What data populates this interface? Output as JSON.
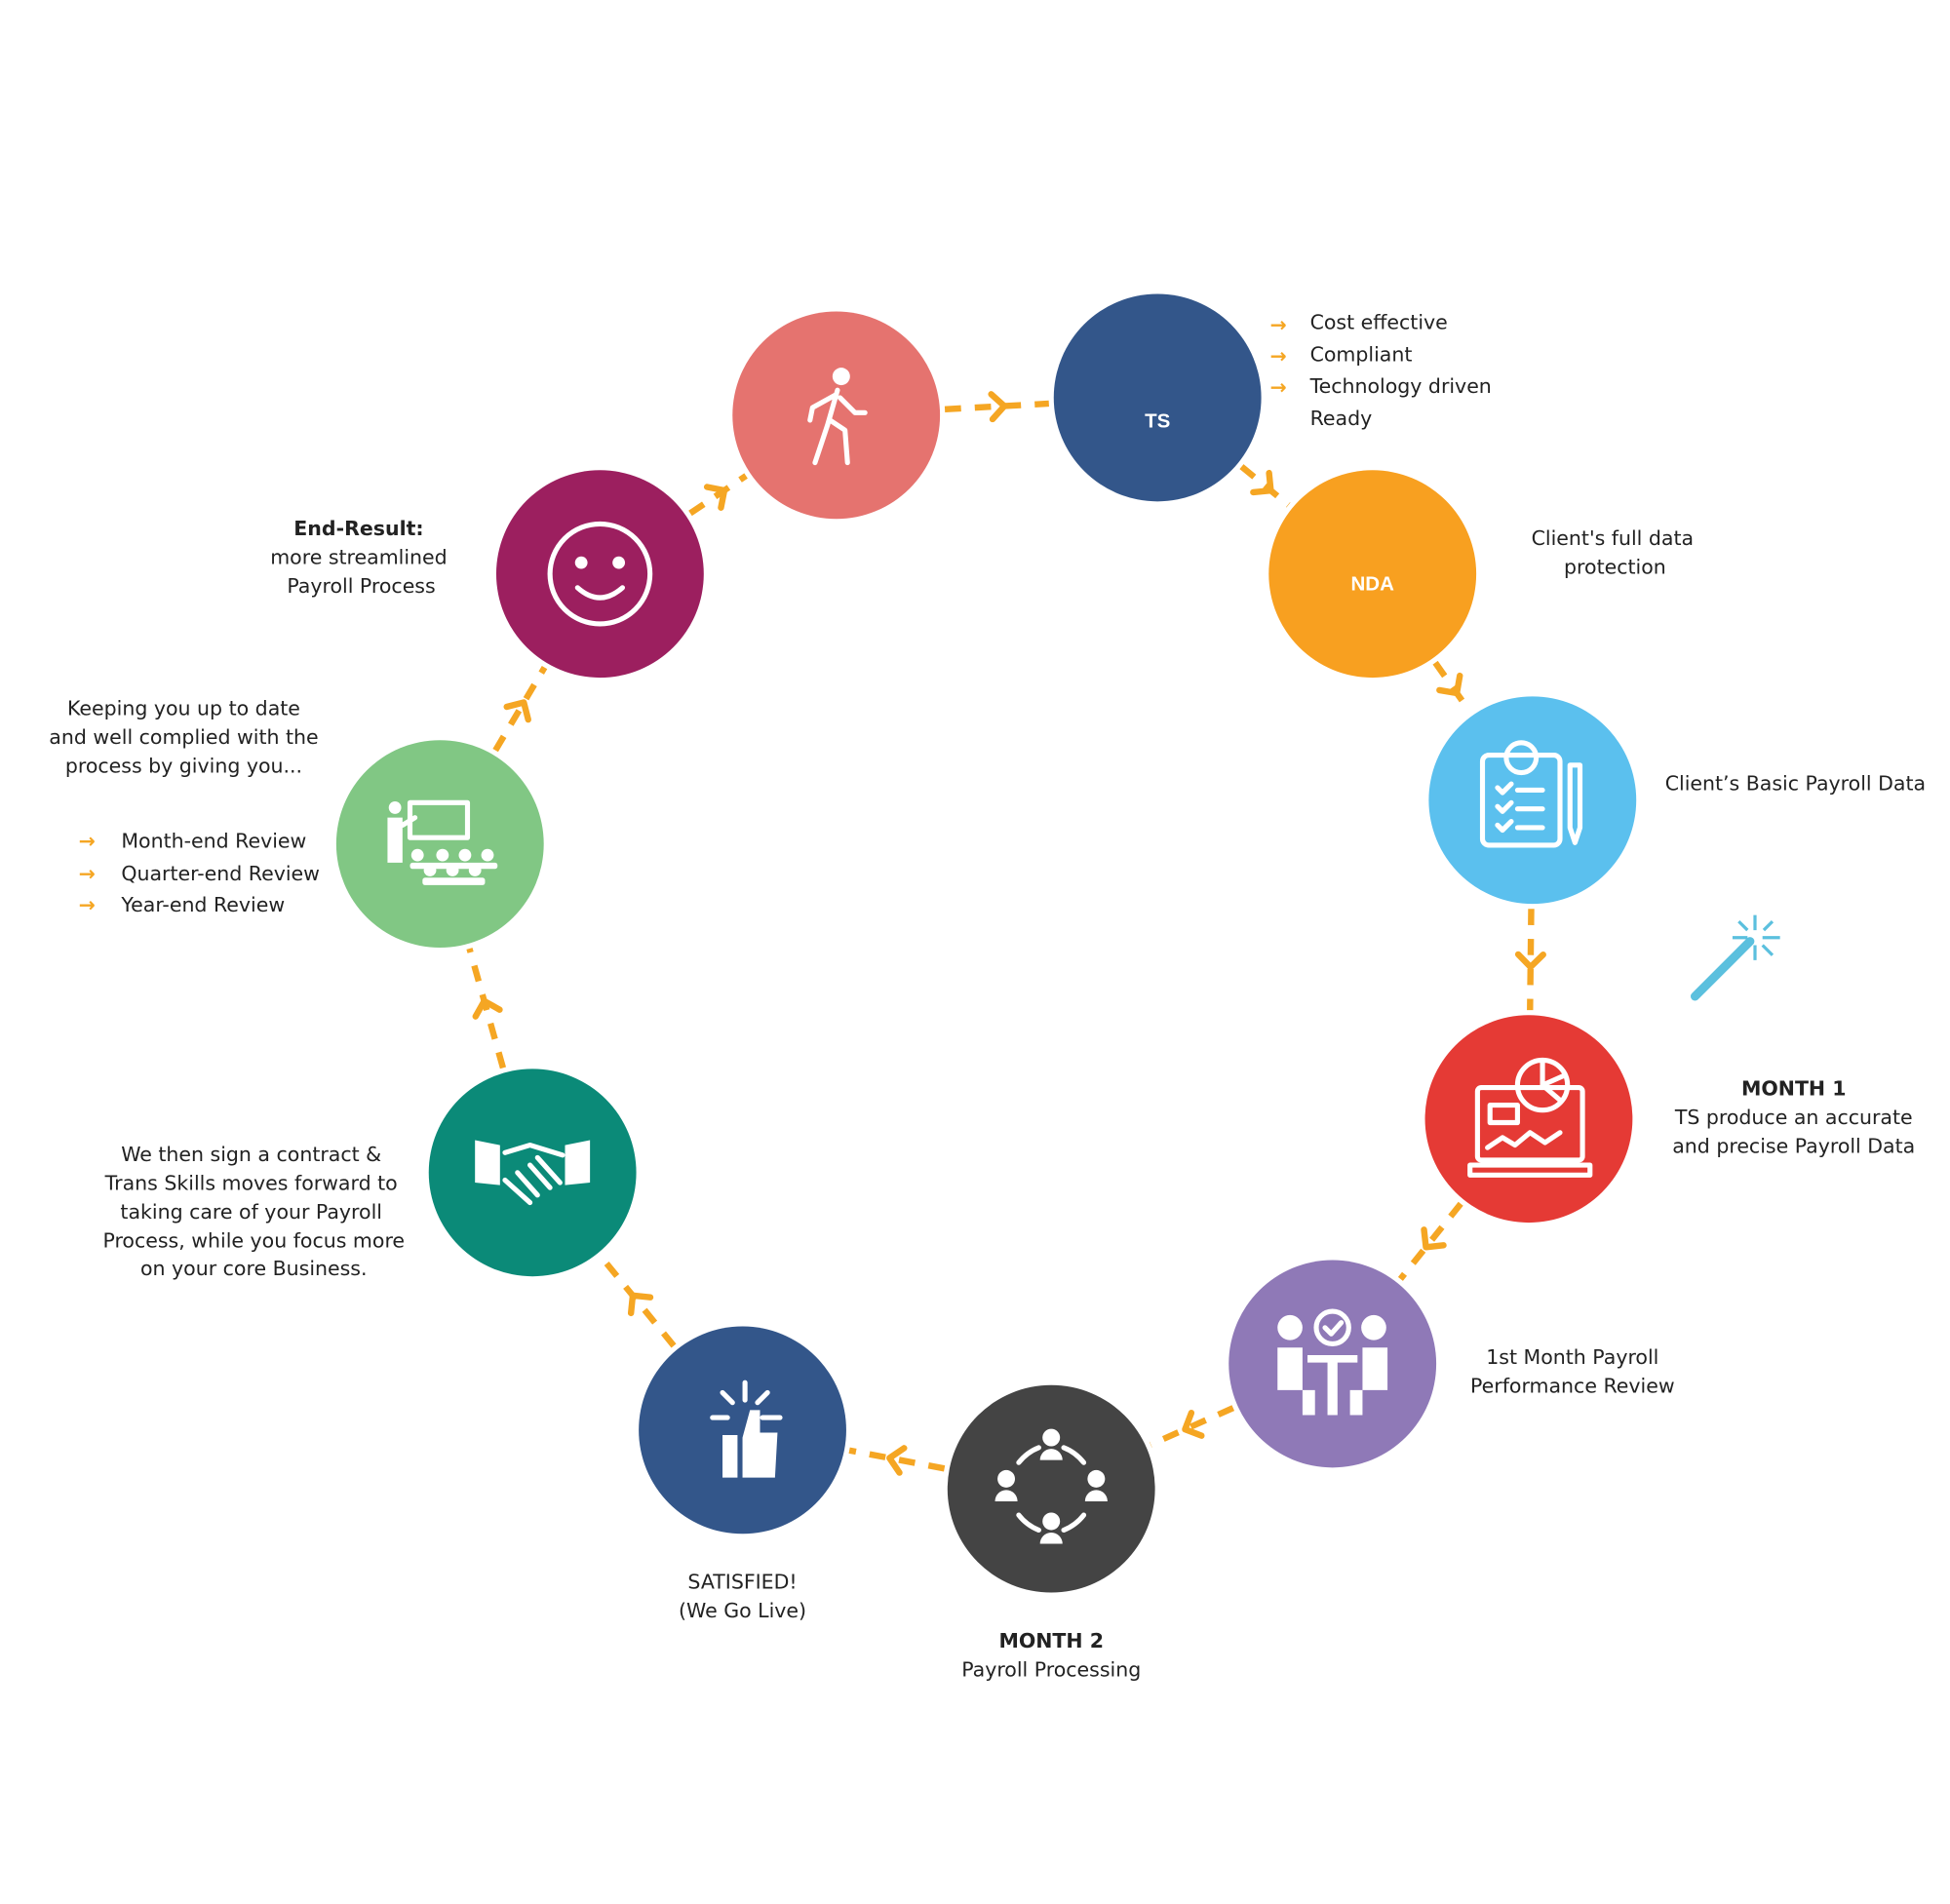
{
  "colors": {
    "arrow": "#F5A623",
    "walker": "#E5736F",
    "ts": "#33568A",
    "nda": "#F8A020",
    "clipboard": "#5BC0EE",
    "report": "#E53A35",
    "review": "#8F79B7",
    "processing": "#444444",
    "satisfied": "#33568A",
    "contract": "#0B8A78",
    "training": "#81C784",
    "result": "#9C1F5F"
  },
  "ts": {
    "logo": "TS",
    "bullets": [
      "Cost effective",
      "Compliant",
      "Technology driven"
    ],
    "extra": "Ready"
  },
  "nda": {
    "logo": "NDA",
    "lines": [
      "Client's full data",
      "protection"
    ]
  },
  "clipboard": {
    "text": "Client’s Basic Payroll Data"
  },
  "month1": {
    "title": "MONTH 1",
    "lines": [
      "TS produce an accurate",
      "and precise Payroll Data"
    ]
  },
  "review": {
    "lines": [
      "1st Month Payroll",
      "Performance Review"
    ]
  },
  "month2": {
    "title": "MONTH 2",
    "line": "Payroll Processing"
  },
  "satisfied": {
    "lines": [
      "SATISFIED!",
      "(We Go Live)"
    ]
  },
  "contract": {
    "lines": [
      "We then sign a contract &",
      "Trans Skills moves forward to",
      "taking care of your Payroll",
      "Process, while you focus more",
      "on your core Business."
    ]
  },
  "training": {
    "lines": [
      "Keeping you up to date",
      "and well complied with the",
      "process by giving you..."
    ],
    "bullets": [
      "Month-end Review",
      "Quarter-end Review",
      "Year-end Review"
    ]
  },
  "result": {
    "title": "End-Result:",
    "lines": [
      "more streamlined",
      "Payroll Process"
    ]
  },
  "bullet_glyph": "→"
}
